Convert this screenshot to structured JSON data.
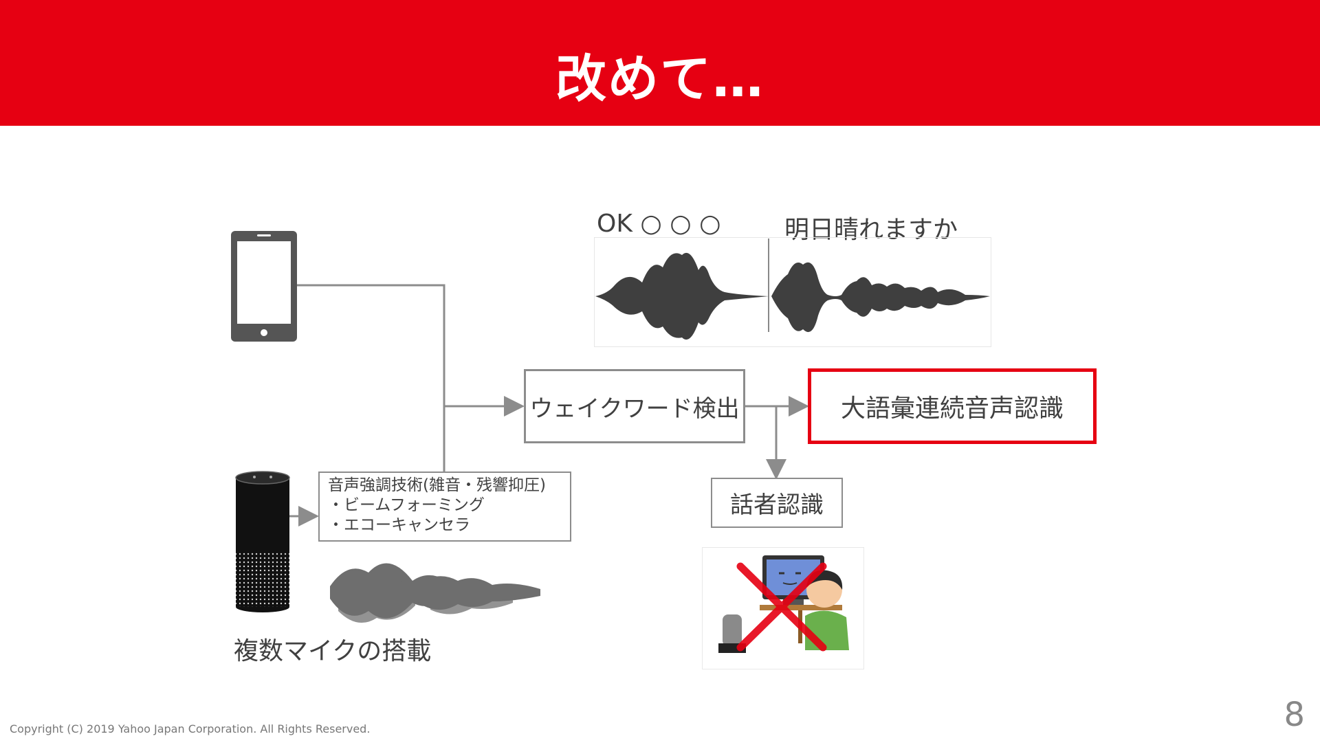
{
  "header": {
    "title": "改めて…"
  },
  "waveform_labels": {
    "wake": "OK ○ ○ ○",
    "query": "明日晴れますか"
  },
  "boxes": {
    "wakeword": "ウェイクワード検出",
    "asr": "大語彙連続音声認識",
    "speaker": "話者認識"
  },
  "enhancement": {
    "title": "音声強調技術(雑音・残響抑圧)",
    "items": [
      "・ビームフォーミング",
      "・エコーキャンセラ"
    ]
  },
  "mic_label": "複数マイクの搭載",
  "footer": {
    "copyright": "Copyright (C) 2019 Yahoo Japan Corporation. All Rights Reserved.",
    "page": "8"
  },
  "colors": {
    "accent": "#e60012",
    "line": "#8c8c8c",
    "device": "#555555"
  }
}
